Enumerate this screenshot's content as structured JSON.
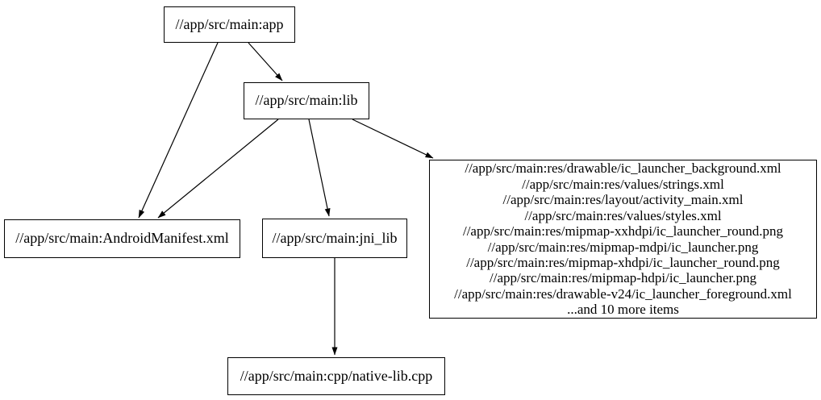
{
  "graph": {
    "type": "directed-dependency-graph",
    "colors": {
      "background": "#ffffff",
      "node_border": "#000000",
      "text": "#000000",
      "edge": "#000000"
    },
    "nodes": {
      "app": {
        "label": "//app/src/main:app"
      },
      "lib": {
        "label": "//app/src/main:lib"
      },
      "android_manifest": {
        "label": "//app/src/main:AndroidManifest.xml"
      },
      "jni_lib": {
        "label": "//app/src/main:jni_lib"
      },
      "res_group": {
        "lines": [
          "//app/src/main:res/drawable/ic_launcher_background.xml",
          "//app/src/main:res/values/strings.xml",
          "//app/src/main:res/layout/activity_main.xml",
          "//app/src/main:res/values/styles.xml",
          "//app/src/main:res/mipmap-xxhdpi/ic_launcher_round.png",
          "//app/src/main:res/mipmap-mdpi/ic_launcher.png",
          "//app/src/main:res/mipmap-xhdpi/ic_launcher_round.png",
          "//app/src/main:res/mipmap-hdpi/ic_launcher.png",
          "//app/src/main:res/drawable-v24/ic_launcher_foreground.xml",
          "...and 10 more items"
        ]
      },
      "native_lib": {
        "label": "//app/src/main:cpp/native-lib.cpp"
      }
    },
    "edges": [
      {
        "from": "app",
        "to": "lib"
      },
      {
        "from": "app",
        "to": "android_manifest"
      },
      {
        "from": "lib",
        "to": "android_manifest"
      },
      {
        "from": "lib",
        "to": "jni_lib"
      },
      {
        "from": "lib",
        "to": "res_group"
      },
      {
        "from": "jni_lib",
        "to": "native_lib"
      }
    ]
  }
}
